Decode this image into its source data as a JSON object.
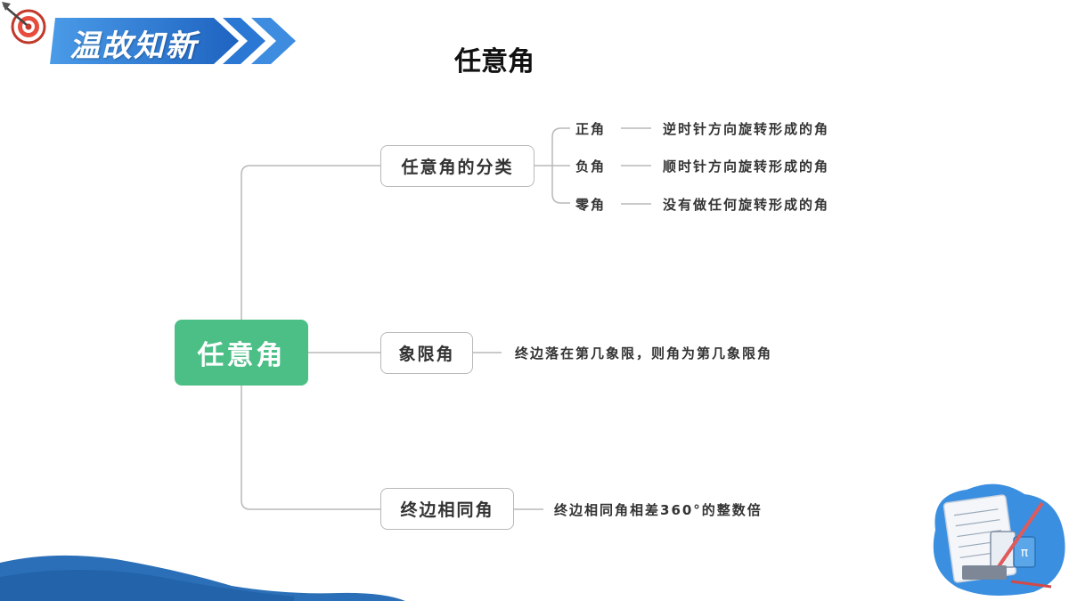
{
  "banner": {
    "title": "温故知新"
  },
  "page_title": "任意角",
  "mindmap": {
    "root": "任意角",
    "branches": [
      {
        "label": "任意角的分类",
        "children": [
          {
            "term": "正角",
            "description": "逆时针方向旋转形成的角"
          },
          {
            "term": "负角",
            "description": "顺时针方向旋转形成的角"
          },
          {
            "term": "零角",
            "description": "没有做任何旋转形成的角"
          }
        ]
      },
      {
        "label": "象限角",
        "description": "终边落在第几象限，则角为第几象限角"
      },
      {
        "label": "终边相同角",
        "description": "终边相同角相差360°的整数倍"
      }
    ]
  },
  "colors": {
    "root": "#4cbf86",
    "banner": "#2f7fd6",
    "connector": "#b8b8b8",
    "wave": "#2a6fb8"
  },
  "icons": {
    "top_left": "dartboard-icon",
    "bottom_right": "math-notebook-illustration"
  }
}
